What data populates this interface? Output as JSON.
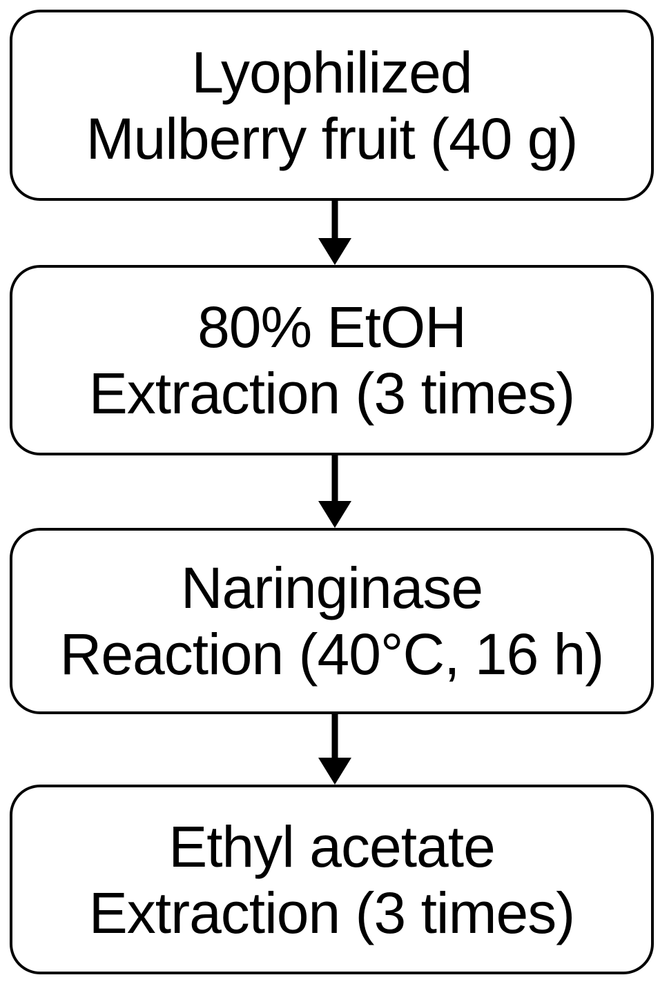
{
  "flowchart": {
    "steps": [
      {
        "line1": "Lyophilized",
        "line2": "Mulberry fruit (40 g)"
      },
      {
        "line1": "80% EtOH",
        "line2": "Extraction (3 times)"
      },
      {
        "line1": "Naringinase",
        "line2": "Reaction (40°C, 16 h)"
      },
      {
        "line1": "Ethyl acetate",
        "line2": "Extraction (3 times)"
      }
    ],
    "colors": {
      "stroke": "#000000",
      "background": "#ffffff"
    },
    "connector": "down-arrow-icon"
  }
}
